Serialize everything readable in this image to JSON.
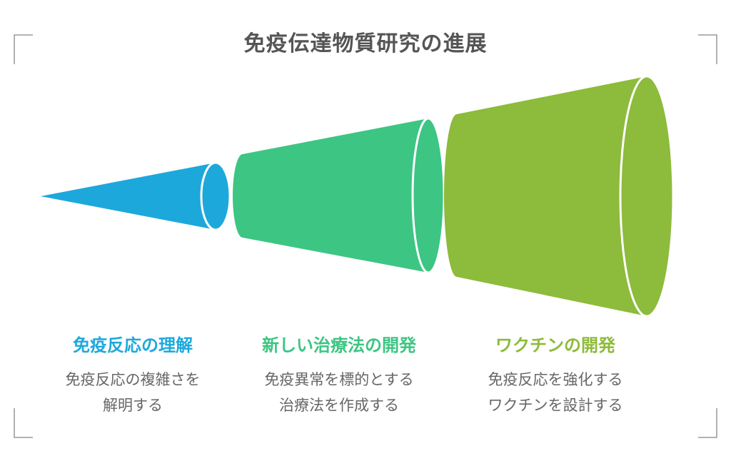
{
  "title": "免疫伝達物質研究の進展",
  "colors": {
    "blue": "#1DA8DC",
    "green": "#3DC583",
    "lime": "#8DBB3B",
    "title": "#555555",
    "desc": "#666666"
  },
  "stages": [
    {
      "label": "免疫反応の理解",
      "desc_lines": [
        "免疫反応の複雑さを",
        "解明する"
      ]
    },
    {
      "label": "新しい治療法の開発",
      "desc_lines": [
        "免疫異常を標的とする",
        "治療法を作成する"
      ]
    },
    {
      "label": "ワクチンの開発",
      "desc_lines": [
        "免疫反応を強化する",
        "ワクチンを設計する"
      ]
    }
  ]
}
